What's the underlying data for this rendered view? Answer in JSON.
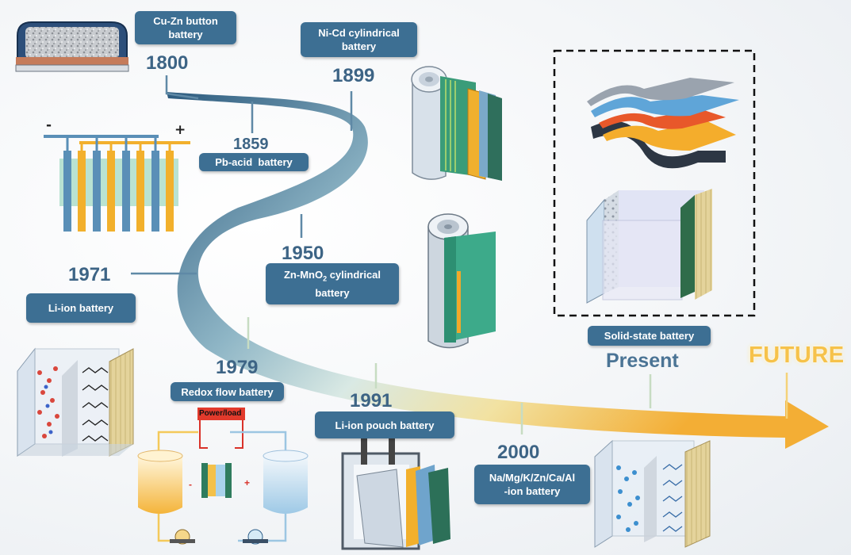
{
  "timeline": {
    "entries": [
      {
        "year": "1800",
        "label": "Cu-Zn button battery"
      },
      {
        "year": "1859",
        "label": "Pb-acid  battery"
      },
      {
        "year": "1899",
        "label": "Ni-Cd cylindrical battery"
      },
      {
        "year": "1950",
        "label_line1": "Zn-MnO",
        "label_sub": "2",
        "label_line1_suffix": " cylindrical",
        "label_line2": "battery"
      },
      {
        "year": "1971",
        "label": "Li-ion battery"
      },
      {
        "year": "1979",
        "label": "Redox flow battery"
      },
      {
        "year": "1991",
        "label": "Li-ion pouch battery"
      },
      {
        "year": "2000",
        "label_line1": "Na/Mg/K/Zn/Ca/Al",
        "label_line2": "-ion battery"
      }
    ],
    "present": "Present",
    "present_label": "Solid-state battery",
    "future": "FUTURE"
  },
  "lead_acid_diagram": {
    "minus": "-",
    "plus": "+"
  },
  "redox_flow_diagram": {
    "power_load": "Power/load",
    "minus": "-",
    "plus": "+"
  },
  "colors": {
    "label_bg": "#3d6f93",
    "year_text": "#3d6485",
    "arrow_start": "#2f5d80",
    "arrow_mid": "#cfe3e8",
    "arrow_end": "#f5b43a",
    "future_text": "#f6c24a"
  }
}
